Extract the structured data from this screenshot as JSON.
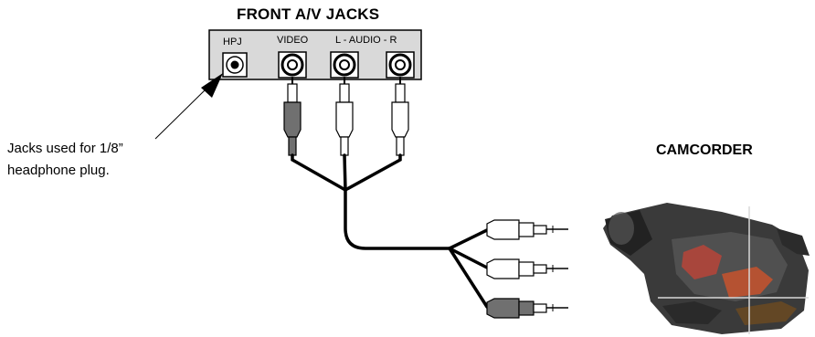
{
  "diagram": {
    "title": "FRONT A/V JACKS",
    "jack_labels": {
      "hpj": "HPJ",
      "video": "VIDEO",
      "audio": "L  - AUDIO - R"
    },
    "callout": {
      "line1": "Jacks used for 1/8”",
      "line2": "headphone plug."
    },
    "device_label": "CAMCORDER"
  },
  "colors": {
    "panel": "#d9d9d9",
    "cable": "#000000",
    "video_plug": "#707070",
    "audio_plug": "#ffffff",
    "camcorder_body": "#3a3a3a"
  }
}
